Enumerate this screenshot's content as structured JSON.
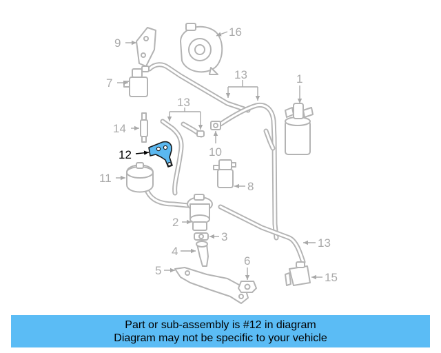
{
  "callouts": {
    "c1": "1",
    "c2": "2",
    "c3": "3",
    "c4": "4",
    "c5": "5",
    "c6": "6",
    "c7": "7",
    "c8": "8",
    "c9": "9",
    "c10": "10",
    "c11": "11",
    "c12": "12",
    "c13a": "13",
    "c13b": "13",
    "c13c": "13",
    "c14": "14",
    "c15": "15",
    "c16": "16"
  },
  "highlighted_part": "12",
  "colors": {
    "highlight": "#5bb8f0",
    "banner": "#5bbcf5",
    "linework": "#b3b3b3"
  },
  "banner": {
    "line1": "Part or sub-assembly is #12 in diagram",
    "line2": "Diagram may not be specific to your vehicle"
  }
}
